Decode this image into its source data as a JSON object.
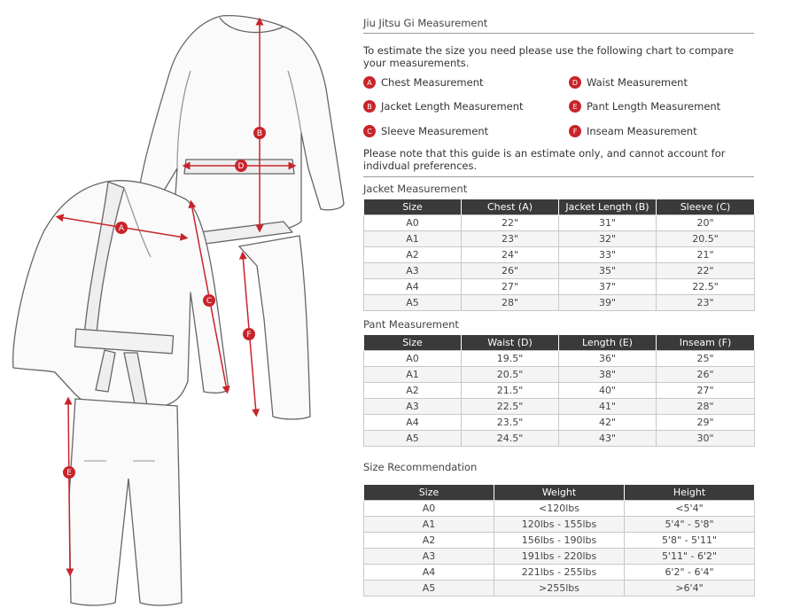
{
  "page": {
    "title": "Jiu Jitsu Gi Measurement",
    "intro": "To estimate the size you need please use the following chart to compare your measurements.",
    "note": "Please note that this guide is an estimate only, and cannot account for indivdual preferences.",
    "accent_color": "#c8242b"
  },
  "legend": [
    {
      "letter": "A",
      "label": "Chest Measurement"
    },
    {
      "letter": "B",
      "label": "Jacket Length Measurement"
    },
    {
      "letter": "C",
      "label": "Sleeve Measurement"
    },
    {
      "letter": "D",
      "label": "Waist Measurement"
    },
    {
      "letter": "E",
      "label": "Pant Length Measurement"
    },
    {
      "letter": "F",
      "label": "Inseam Measurement"
    }
  ],
  "illustration_labels": {
    "A": "A",
    "B": "B",
    "C": "C",
    "D": "D",
    "E": "E",
    "F": "F"
  },
  "jacket": {
    "title": "Jacket Measurement",
    "headers": [
      "Size",
      "Chest (A)",
      "Jacket Length (B)",
      "Sleeve (C)"
    ],
    "rows": [
      [
        "A0",
        "22\"",
        "31\"",
        "20\""
      ],
      [
        "A1",
        "23\"",
        "32\"",
        "20.5\""
      ],
      [
        "A2",
        "24\"",
        "33\"",
        "21\""
      ],
      [
        "A3",
        "26\"",
        "35\"",
        "22\""
      ],
      [
        "A4",
        "27\"",
        "37\"",
        "22.5\""
      ],
      [
        "A5",
        "28\"",
        "39\"",
        "23\""
      ]
    ]
  },
  "pant": {
    "title": "Pant Measurement",
    "headers": [
      "Size",
      "Waist (D)",
      "Length (E)",
      "Inseam (F)"
    ],
    "rows": [
      [
        "A0",
        "19.5\"",
        "36\"",
        "25\""
      ],
      [
        "A1",
        "20.5\"",
        "38\"",
        "26\""
      ],
      [
        "A2",
        "21.5\"",
        "40\"",
        "27\""
      ],
      [
        "A3",
        "22.5\"",
        "41\"",
        "28\""
      ],
      [
        "A4",
        "23.5\"",
        "42\"",
        "29\""
      ],
      [
        "A5",
        "24.5\"",
        "43\"",
        "30\""
      ]
    ]
  },
  "size_rec": {
    "title": "Size Recommendation",
    "headers": [
      "Size",
      "Weight",
      "Height"
    ],
    "rows": [
      [
        "A0",
        "<120lbs",
        "<5'4\""
      ],
      [
        "A1",
        "120lbs - 155lbs",
        "5'4\" - 5'8\""
      ],
      [
        "A2",
        "156lbs - 190lbs",
        "5'8\" - 5'11\""
      ],
      [
        "A3",
        "191lbs - 220lbs",
        "5'11\" - 6'2\""
      ],
      [
        "A4",
        "221lbs - 255lbs",
        "6'2\" - 6'4\""
      ],
      [
        "A5",
        ">255lbs",
        ">6'4\""
      ]
    ]
  }
}
